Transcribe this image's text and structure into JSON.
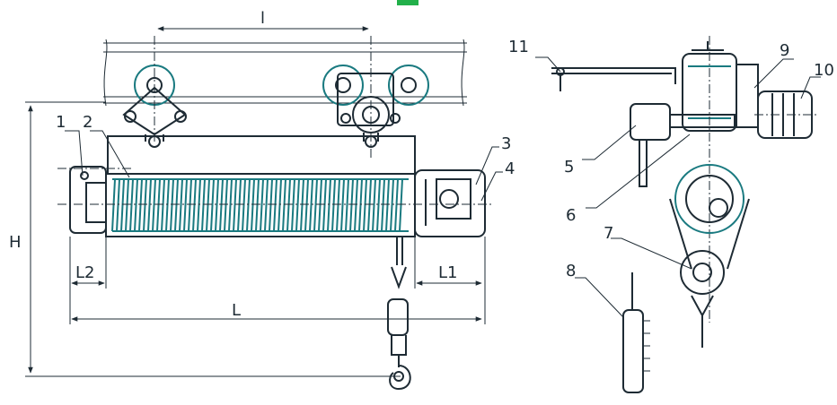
{
  "labels": {
    "callouts": [
      "1",
      "2",
      "3",
      "4",
      "5",
      "6",
      "7",
      "8",
      "9",
      "10",
      "11"
    ],
    "dimensions": {
      "l": "l",
      "H": "H",
      "L": "L",
      "L1": "L1",
      "L2": "L2"
    }
  },
  "colors": {
    "outline": "#1e2b34",
    "accent": "#1a7a80",
    "top_mark": "#22b04a"
  }
}
